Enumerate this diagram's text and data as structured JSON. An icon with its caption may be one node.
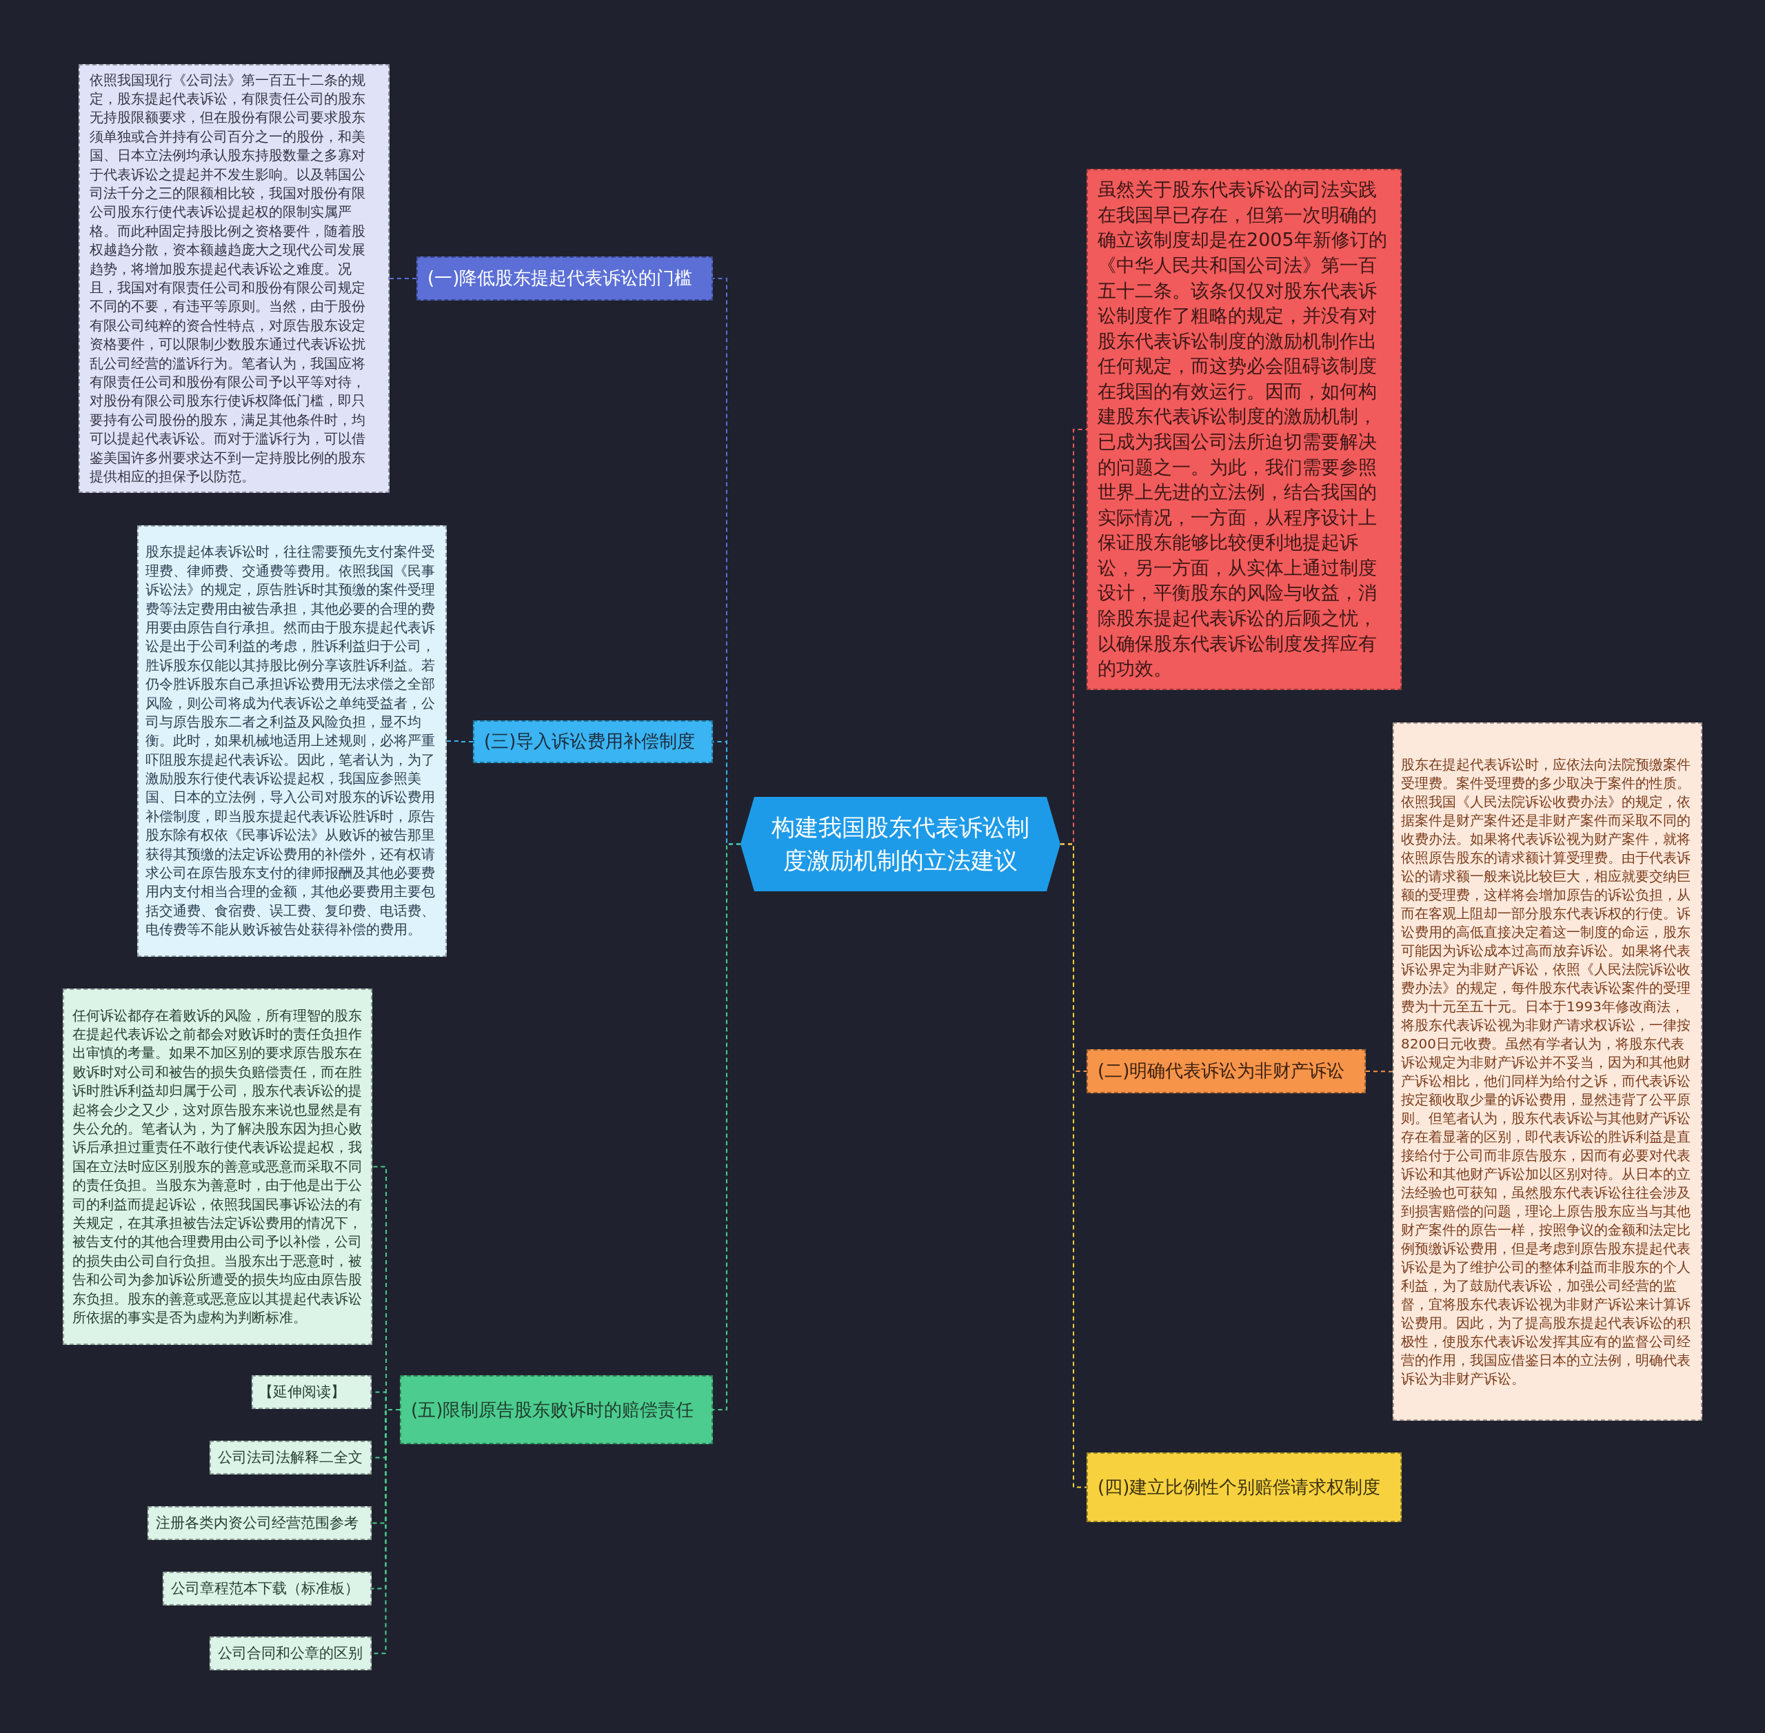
{
  "diagram": {
    "nodes": [
      {
        "text": [
          "构建我国股东代表诉讼制度激励机制的立法建议"
        ]
      },
      {
        "text": [
          "(一)降低股东提起代表诉讼的门槛"
        ]
      },
      {
        "text": [
          "依照我国现行《公司法》第一百五十二条的规定，股东提起代表诉讼，有限责任公司的股东无持股限额要求，但在股份有限公司要求股东须单独或合并持有公司百分之一的股份，和美国、日本立法例均承认股东持股数量之多寡对于代表诉讼之提起并不发生影响。以及韩国公司法千分之三的限额相比较，我国对股份有限公司股东行使代表诉讼提起权的限制实属严格。而此种固定持股比例之资格要件，随着股权越趋分散，资本额越趋庞大之现代公司发展趋势，将增加股东提起代表诉讼之难度。况且，我国对有限责任公司和股份有限公司规定不同的不要，有违平等原则。当然，由于股份有限公司纯粹的资合性特点，对原告股东设定资格要件，可以限制少数股东通过代表诉讼扰乱公司经营的滥诉行为。笔者认为，我国应将有限责任公司和股份有限公司予以平等对待，对股份有限公司股东行使诉权降低门槛，即只要持有公司股份的股东，满足其他条件时，均可以提起代表诉讼。而对于滥诉行为，可以借鉴美国许多州要求达不到一定持股比例的股东提供相应的担保予以防范。"
        ]
      },
      {
        "text": [
          "(三)导入诉讼费用补偿制度"
        ]
      },
      {
        "text": [
          "股东提起体表诉讼时，往往需要预先支付案件受理费、律师费、交通费等费用。依照我国《民事诉讼法》的规定，原告胜诉时其预缴的案件受理费等法定费用由被告承担，其他必要的合理的费用要由原告自行承担。然而由于股东提起代表诉讼是出于公司利益的考虑，胜诉利益归于公司，胜诉股东仅能以其持股比例分享该胜诉利益。若仍令胜诉股东自己承担诉讼费用无法求偿之全部风险，则公司将成为代表诉讼之单纯受益者，公司与原告股东二者之利益及风险负担，显不均衡。此时，如果机械地适用上述规则，必将严重吓阻股东提起代表诉讼。因此，笔者认为，为了激励股东行使代表诉讼提起权，我国应参照美国、日本的立法例，导入公司对股东的诉讼费用补偿制度，即当股东提起代表诉讼胜诉时，原告股东除有权依《民事诉讼法》从败诉的被告那里获得其预缴的法定诉讼费用的补偿外，还有权请求公司在原告股东支付的律师报酬及其他必要费用内支付相当合理的金额，其他必要费用主要包括交通费、食宿费、误工费、复印费、电话费、电传费等不能从败诉被告处获得补偿的费用。"
        ]
      },
      {
        "text": [
          "(五)限制原告股东败诉时的赔偿责任"
        ]
      },
      {
        "text": [
          "任何诉讼都存在着败诉的风险，所有理智的股东在提起代表诉讼之前都会对败诉时的责任负担作出审慎的考量。如果不加区别的要求原告股东在败诉时对公司和被告的损失负赔偿责任，而在胜诉时胜诉利益却归属于公司，股东代表诉讼的提起将会少之又少，这对原告股东来说也显然是有失公允的。笔者认为，为了解决股东因为担心败诉后承担过重责任不敢行使代表诉讼提起权，我国在立法时应区别股东的善意或恶意而采取不同的责任负担。当股东为善意时，由于他是出于公司的利益而提起诉讼，依照我国民事诉讼法的有关规定，在其承担被告法定诉讼费用的情况下，被告支付的其他合理费用由公司予以补偿，公司的损失由公司自行负担。当股东出于恶意时，被告和公司为参加诉讼所遭受的损失均应由原告股东负担。股东的善意或恶意应以其提起代表诉讼所依据的事实是否为虚构为判断标准。"
        ]
      },
      {
        "text": [
          "【延伸阅读】"
        ]
      },
      {
        "text": [
          "公司法司法解释二全文"
        ]
      },
      {
        "text": [
          "注册各类内资公司经营范围参考"
        ]
      },
      {
        "text": [
          "公司章程范本下载（标准板）"
        ]
      },
      {
        "text": [
          "公司合同和公章的区别"
        ]
      },
      {
        "text": [
          "虽然关于股东代表诉讼的司法实践在我国早已存在，但第一次明确的确立该制度却是在2005年新修订的《中华人民共和国公司法》第一百五十二条。该条仅仅对股东代表诉讼制度作了粗略的规定，并没有对股东代表诉讼制度的激励机制作出任何规定，而这势必会阻碍该制度在我国的有效运行。因而，如何构建股东代表诉讼制度的激励机制，已成为我国公司法所迫切需要解决的问题之一。为此，我们需要参照世界上先进的立法例，结合我国的实际情况，一方面，从程序设计上保证股东能够比较便利地提起诉讼，另一方面，从实体上通过制度设计，平衡股东的风险与收益，消除股东提起代表诉讼的后顾之忧，以确保股东代表诉讼制度发挥应有的功效。"
        ]
      },
      {
        "text": [
          "(二)明确代表诉讼为非财产诉讼"
        ]
      },
      {
        "text": [
          "股东在提起代表诉讼时，应依法向法院预缴案件受理费。案件受理费的多少取决于案件的性质。依照我国《人民法院诉讼收费办法》的规定，依据案件是财产案件还是非财产案件而采取不同的收费办法。如果将代表诉讼视为财产案件，就将依照原告股东的请求额计算受理费。由于代表诉讼的请求额一般来说比较巨大，相应就要交纳巨额的受理费，这样将会增加原告的诉讼负担，从而在客观上阻却一部分股东代表诉权的行使。诉讼费用的高低直接决定着这一制度的命运，股东可能因为诉讼成本过高而放弃诉讼。如果将代表诉讼界定为非财产诉讼，依照《人民法院诉讼收费办法》的规定，每件股东代表诉讼案件的受理费为十元至五十元。日本于1993年修改商法，将股东代表诉讼视为非财产请求权诉讼，一律按8200日元收费。虽然有学者认为，将股东代表诉讼规定为非财产诉讼并不妥当，因为和其他财产诉讼相比，他们同样为给付之诉，而代表诉讼按定额收取少量的诉讼费用，显然违背了公平原则。但笔者认为，股东代表诉讼与其他财产诉讼存在着显著的区别，即代表诉讼的胜诉利益是直接给付于公司而非原告股东，因而有必要对代表诉讼和其他财产诉讼加以区别对待。从日本的立法经验也可获知，虽然股东代表诉讼往往会涉及到损害赔偿的问题，理论上原告股东应当与其他财产案件的原告一样，按照争议的金额和法定比例预缴诉讼费用，但是考虑到原告股东提起代表诉讼是为了维护公司的整体利益而非股东的个人利益，为了鼓励代表诉讼，加强公司经营的监督，宜将股东代表诉讼视为非财产诉讼来计算诉讼费用。因此，为了提高股东提起代表诉讼的积极性，使股东代表诉讼发挥其应有的监督公司经营的作用，我国应借鉴日本的立法例，明确代表诉讼为非财产诉讼。"
        ]
      },
      {
        "text": [
          "(四)建立比例性个别赔偿请求权制度"
        ]
      }
    ],
    "edges": [
      {
        "from": 0,
        "to": 1,
        "arrow": "none",
        "color": "#5b6fd6"
      },
      {
        "from": 1,
        "to": 2,
        "arrow": "none",
        "color": "#5b6fd6"
      },
      {
        "from": 0,
        "to": 3,
        "arrow": "none",
        "color": "#3ab4f2"
      },
      {
        "from": 3,
        "to": 4,
        "arrow": "none",
        "color": "#3ab4f2"
      },
      {
        "from": 0,
        "to": 5,
        "arrow": "none",
        "color": "#4ccd8f"
      },
      {
        "from": 5,
        "to": 6,
        "arrow": "none",
        "color": "#4ccd8f"
      },
      {
        "from": 5,
        "to": 7,
        "arrow": "none",
        "color": "#4ccd8f"
      },
      {
        "from": 5,
        "to": 8,
        "arrow": "none",
        "color": "#4ccd8f"
      },
      {
        "from": 5,
        "to": 9,
        "arrow": "none",
        "color": "#4ccd8f"
      },
      {
        "from": 5,
        "to": 10,
        "arrow": "none",
        "color": "#4ccd8f"
      },
      {
        "from": 5,
        "to": 11,
        "arrow": "none",
        "color": "#4ccd8f"
      },
      {
        "from": 0,
        "to": 12,
        "arrow": "none",
        "color": "#f25b5b"
      },
      {
        "from": 0,
        "to": 13,
        "arrow": "none",
        "color": "#f6944a"
      },
      {
        "from": 13,
        "to": 14,
        "arrow": "none",
        "color": "#f6944a"
      },
      {
        "from": 0,
        "to": 15,
        "arrow": "none",
        "color": "#f7d23e"
      }
    ]
  }
}
